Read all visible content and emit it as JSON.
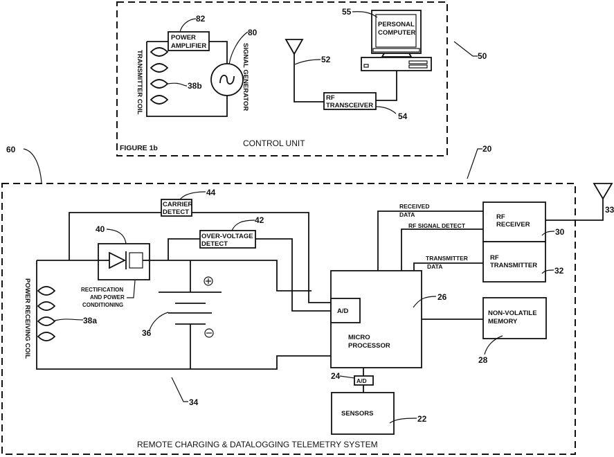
{
  "figure": {
    "label": "FIGURE 1b",
    "control_unit": {
      "title": "CONTROL UNIT",
      "ref": "50",
      "power_amplifier": {
        "line1": "POWER",
        "line2": "AMPLIFIER",
        "ref": "82"
      },
      "signal_generator": {
        "label": "SIGNAL GENERATOR",
        "ref": "80"
      },
      "transmitter_coil": {
        "label": "TRANSMITTER COIL",
        "ref": "38b"
      },
      "antenna": {
        "ref": "52"
      },
      "rf_transceiver": {
        "line1": "RF",
        "line2": "TRANSCEIVER",
        "ref": "54"
      },
      "personal_computer": {
        "line1": "PERSONAL",
        "line2": "COMPUTER",
        "ref": "55"
      }
    },
    "telemetry_system": {
      "title": "REMOTE CHARGING & DATALOGGING TELEMETRY SYSTEM",
      "ref": "20",
      "outer_ref": "60",
      "carrier_detect": {
        "line1": "CARRIER",
        "line2": "DETECT",
        "ref": "44"
      },
      "over_voltage_detect": {
        "line1": "OVER-VOLTAGE",
        "line2": "DETECT",
        "ref": "42"
      },
      "rectification": {
        "line1": "RECTIFICATION",
        "line2": "AND POWER",
        "line3": "CONDITIONING",
        "ref": "40"
      },
      "power_receiving_coil": {
        "label": "POWER RECEIVING COIL",
        "ref": "38a"
      },
      "battery": {
        "ref": "36",
        "plus": "+",
        "minus": "−"
      },
      "circuit_ref": "34",
      "microprocessor": {
        "line1": "MICRO",
        "line2": "PROCESSOR",
        "ref": "26",
        "adc_label": "A/D"
      },
      "sensor_adc": {
        "label": "A/D",
        "ref": "24"
      },
      "sensors": {
        "label": "SENSORS",
        "ref": "22"
      },
      "rf_receiver": {
        "line1": "RF",
        "line2": "RECEIVER",
        "ref": "30"
      },
      "rf_transmitter": {
        "line1": "RF",
        "line2": "TRANSMITTER",
        "ref": "32"
      },
      "antenna": {
        "ref": "33"
      },
      "memory": {
        "line1": "NON-VOLATILE",
        "line2": "MEMORY",
        "ref": "28"
      },
      "signals": {
        "received_data_1": "RECEIVED",
        "received_data_2": "DATA",
        "rf_signal_detect": "RF SIGNAL DETECT",
        "transmitter_data_1": "TRANSMITTER",
        "transmitter_data_2": "DATA"
      }
    }
  }
}
